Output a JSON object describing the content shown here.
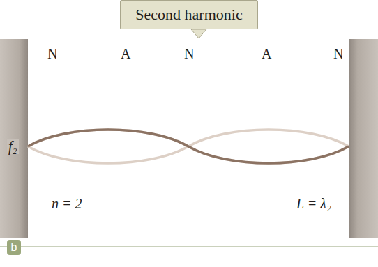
{
  "diagram": {
    "nodes": [
      {
        "text": [
          "Second harmonic"
        ]
      },
      {
        "text": [
          "b"
        ]
      }
    ],
    "labels": [
      "N",
      "A",
      "N",
      "A",
      "N",
      "f₂",
      "n = 2",
      "L = λ₂"
    ]
  }
}
